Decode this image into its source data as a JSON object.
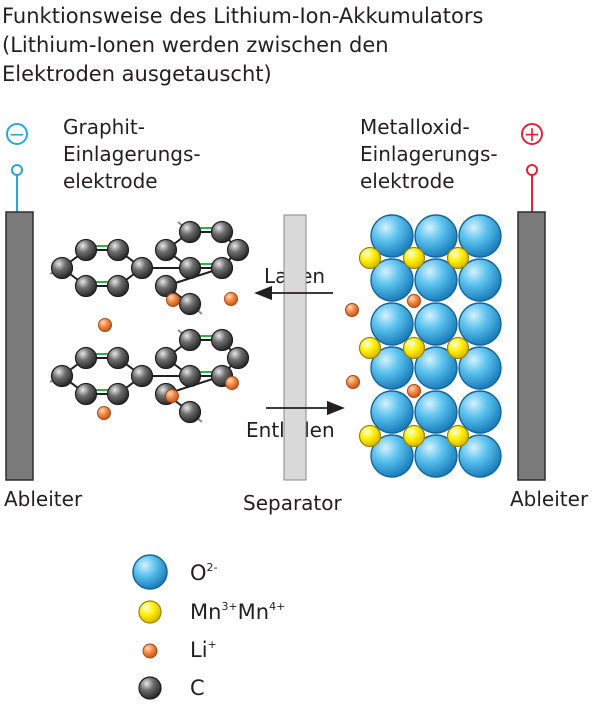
{
  "title": {
    "line1": "Funktionsweise des Lithium-Ion-Akkumulators",
    "line2": "(Lithium-Ionen werden zwischen den",
    "line3": "Elektroden ausgetauscht)"
  },
  "left_electrode": {
    "sign": "−",
    "label_line1": "Graphit-",
    "label_line2": "Einlagerungs-",
    "label_line3": "elektrode",
    "collector": "Ableiter"
  },
  "right_electrode": {
    "sign": "+",
    "label_line1": "Metalloxid-",
    "label_line2": "Einlagerungs-",
    "label_line3": "elektrode",
    "collector": "Ableiter"
  },
  "separator": {
    "label": "Separator"
  },
  "arrows": {
    "charge": "Laden",
    "discharge": "Entladen"
  },
  "legend": [
    {
      "base": "O",
      "sup": "2-",
      "sup2": "",
      "base2": ""
    },
    {
      "base": "Mn",
      "sup": "3+",
      "base2": "Mn",
      "sup2": "4+"
    },
    {
      "base": "Li",
      "sup": "+",
      "sup2": "",
      "base2": ""
    },
    {
      "base": "C",
      "sup": "",
      "sup2": "",
      "base2": ""
    }
  ],
  "colors": {
    "negative": "#2aa6dd",
    "positive": "#e2243a",
    "oxygen": "#45b4e6",
    "manganese": "#ffe600",
    "lithium": "#f07f3c",
    "carbon": "#5a5a5a",
    "collector": "#7a7a7a",
    "separator": "#d9d9d9",
    "bond_double": "#2db14b"
  }
}
